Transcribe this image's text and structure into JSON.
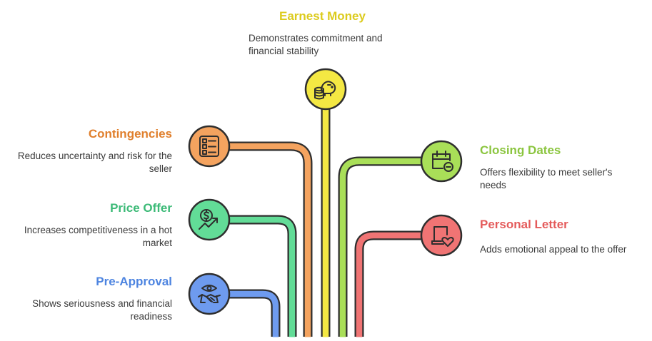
{
  "items": [
    {
      "key": "earnest",
      "title": "Earnest Money",
      "desc": "Demonstrates commitment and financial stability",
      "color": "#dccb1d",
      "fill": "#f4e843",
      "icon": "piggy-bank-coins-icon"
    },
    {
      "key": "contingencies",
      "title": "Contingencies",
      "desc": "Reduces uncertainty and risk for the seller",
      "color": "#e07f2c",
      "fill": "#f4a35f",
      "icon": "checklist-icon"
    },
    {
      "key": "price",
      "title": "Price Offer",
      "desc": "Increases competitiveness in a hot market",
      "color": "#3cba77",
      "fill": "#62dc97",
      "icon": "dollar-trend-icon"
    },
    {
      "key": "preapproval",
      "title": "Pre-Approval",
      "desc": "Shows seriousness and financial readiness",
      "color": "#4d84e0",
      "fill": "#6e9bef",
      "icon": "handshake-eye-icon"
    },
    {
      "key": "closing",
      "title": "Closing Dates",
      "desc": "Offers flexibility to meet seller's needs",
      "color": "#8bc53f",
      "fill": "#a9df58",
      "icon": "calendar-minus-icon"
    },
    {
      "key": "letter",
      "title": "Personal Letter",
      "desc": "Adds emotional appeal to the offer",
      "color": "#e45b5b",
      "fill": "#f07474",
      "icon": "letter-heart-icon"
    }
  ]
}
